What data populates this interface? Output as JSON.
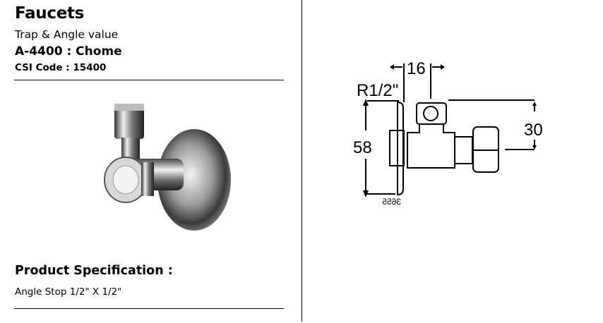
{
  "header": {
    "category": "Faucets",
    "subtitle": "Trap & Angle value",
    "model": "A-4400 : Chome",
    "csi_code": "CSI Code : 15400"
  },
  "specification": {
    "heading": "Product Specification :",
    "text": "Angle Stop 1/2\" X 1/2\""
  },
  "drawing": {
    "thread_label": "R1/2\"",
    "dim_width": "16",
    "dim_height": "58",
    "dim_offset": "30",
    "drawing_number": "3655"
  }
}
